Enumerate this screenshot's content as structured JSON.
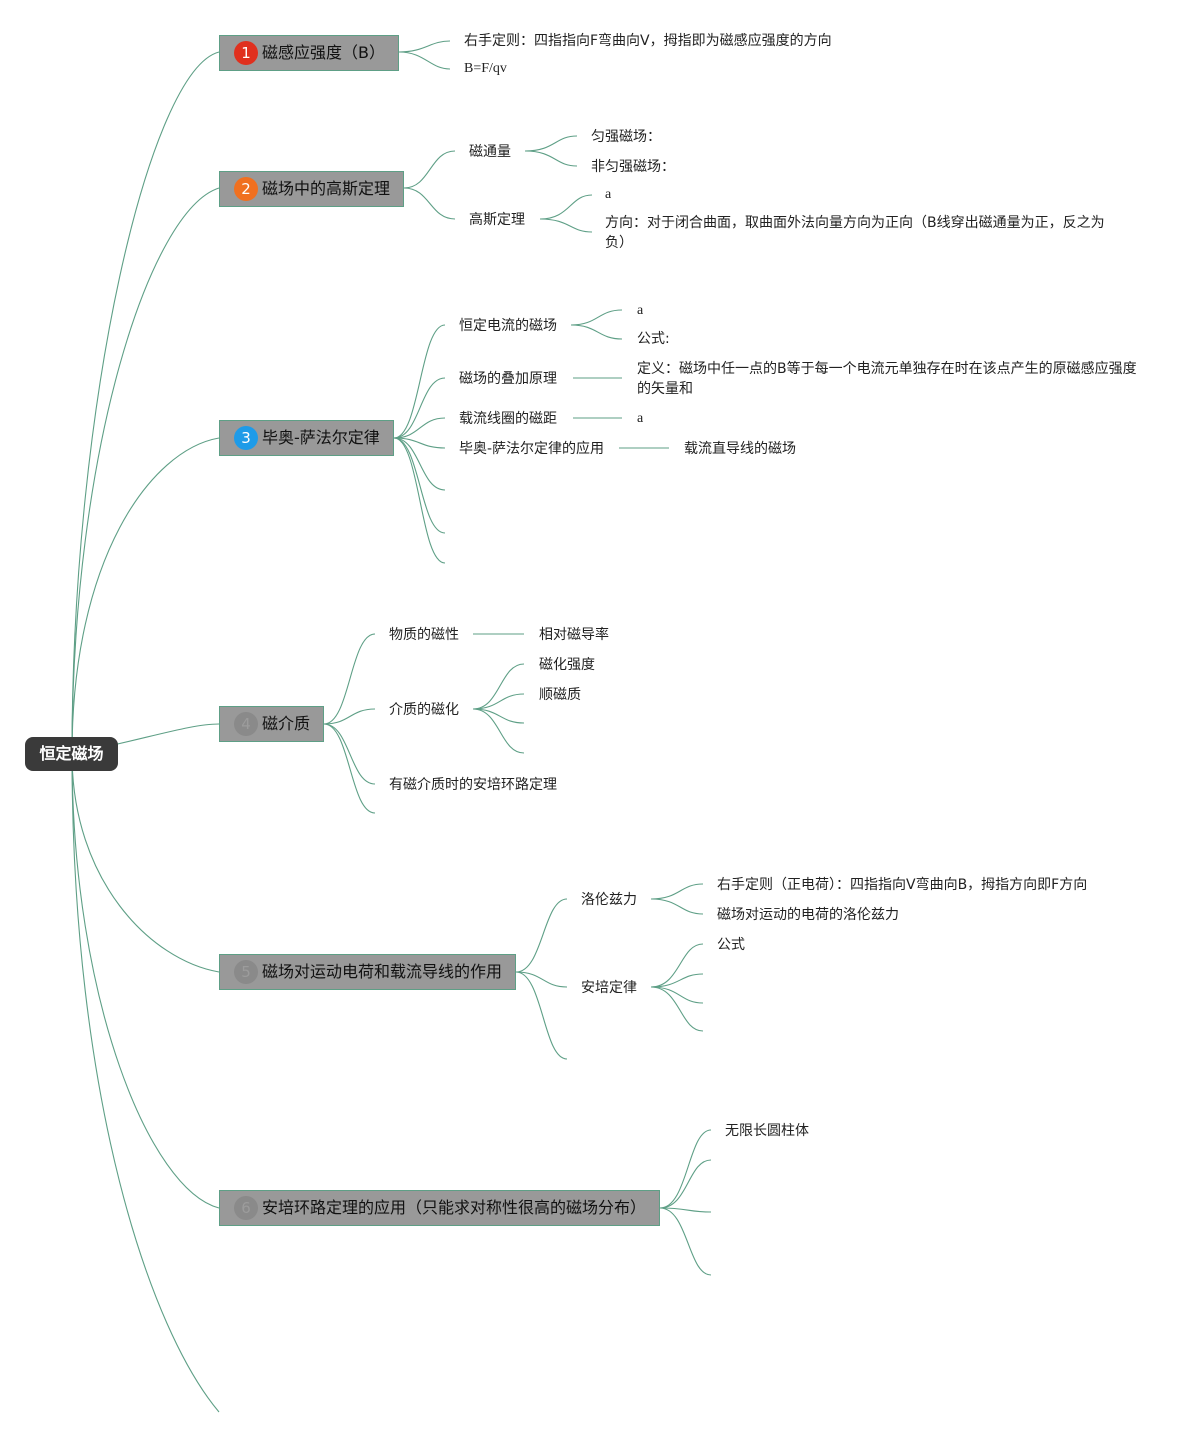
{
  "root": {
    "label": "恒定磁场"
  },
  "branches": [
    {
      "number": "1",
      "badge_color": "#e0301e",
      "label": "磁感应强度（B）",
      "children": [
        {
          "label": "右手定则：四指指向F弯曲向V，拇指即为磁感应强度的方向"
        },
        {
          "label": "B=F/qv"
        }
      ]
    },
    {
      "number": "2",
      "badge_color": "#f07020",
      "label": "磁场中的高斯定理",
      "children": [
        {
          "label": "磁通量",
          "children": [
            {
              "label": "匀强磁场："
            },
            {
              "label": "非匀强磁场："
            }
          ]
        },
        {
          "label": "高斯定理",
          "children": [
            {
              "label": "a"
            },
            {
              "label": "方向：对于闭合曲面，取曲面外法向量方向为正向（B线穿出磁通量为正，反之为负）"
            }
          ]
        }
      ]
    },
    {
      "number": "3",
      "badge_color": "#1e9be8",
      "label": "毕奥-萨法尔定律",
      "children": [
        {
          "label": "恒定电流的磁场",
          "children": [
            {
              "label": "a"
            },
            {
              "label": "公式:"
            }
          ]
        },
        {
          "label": "磁场的叠加原理",
          "children": [
            {
              "label": "定义：磁场中任一点的B等于每一个电流元单独存在时在该点产生的原磁感应强度的矢量和"
            }
          ]
        },
        {
          "label": "载流线圈的磁距",
          "children": [
            {
              "label": "a"
            }
          ]
        },
        {
          "label": "毕奥-萨法尔定律的应用",
          "children": [
            {
              "label": "载流直导线的磁场"
            }
          ]
        },
        {
          "label": ""
        },
        {
          "label": ""
        },
        {
          "label": ""
        }
      ]
    },
    {
      "number": "4",
      "badge_color": "#8a8a8a",
      "label": "磁介质",
      "children": [
        {
          "label": "物质的磁性",
          "children": [
            {
              "label": "相对磁导率"
            }
          ]
        },
        {
          "label": "介质的磁化",
          "children": [
            {
              "label": "磁化强度"
            },
            {
              "label": "顺磁质"
            },
            {
              "label": ""
            },
            {
              "label": ""
            }
          ]
        },
        {
          "label": "有磁介质时的安培环路定理"
        },
        {
          "label": ""
        }
      ]
    },
    {
      "number": "5",
      "badge_color": "#8a8a8a",
      "label": "磁场对运动电荷和载流导线的作用",
      "children": [
        {
          "label": "洛伦兹力",
          "children": [
            {
              "label": "右手定则（正电荷）：四指指向V弯曲向B，拇指方向即F方向"
            },
            {
              "label": "磁场对运动的电荷的洛伦兹力"
            }
          ]
        },
        {
          "label": "安培定律",
          "children": [
            {
              "label": "公式"
            },
            {
              "label": ""
            },
            {
              "label": ""
            },
            {
              "label": ""
            }
          ]
        },
        {
          "label": ""
        }
      ]
    },
    {
      "number": "6",
      "badge_color": "#8a8a8a",
      "label": "安培环路定理的应用（只能求对称性很高的磁场分布）",
      "children": [
        {
          "label": "无限长圆柱体"
        },
        {
          "label": ""
        },
        {
          "label": ""
        },
        {
          "label": ""
        }
      ]
    },
    {
      "label": ""
    }
  ],
  "colors": {
    "link": "#5e9f86",
    "main_fill": "#999999",
    "root_fill": "#3a3a3a"
  }
}
